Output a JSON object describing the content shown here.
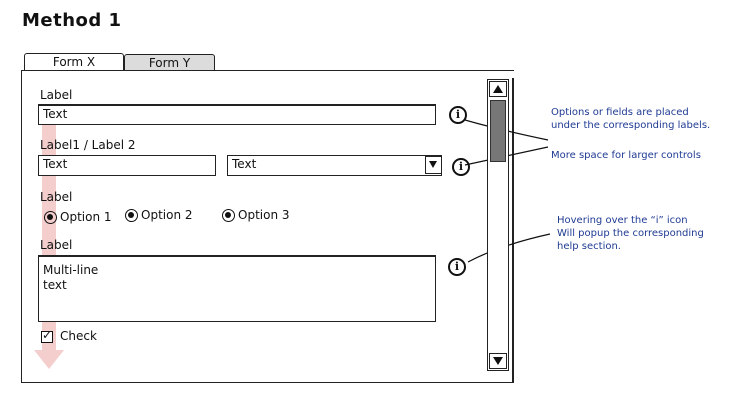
{
  "title": "Method 1",
  "tabs": [
    {
      "label": "Form X",
      "active": true
    },
    {
      "label": "Form Y",
      "active": false
    }
  ],
  "form": {
    "label1": "Label",
    "field1_value": "Text",
    "label2": "Label1 / Label 2",
    "field2_value": "Text",
    "dropdown_value": "Text",
    "label3": "Label",
    "options": [
      "Option 1",
      "Option 2",
      "Option 3"
    ],
    "label4": "Label",
    "textarea_line1": "Multi-line",
    "textarea_line2": "text",
    "check_label": "Check",
    "info_glyph": "i"
  },
  "annotations": {
    "note1_line1": "Options or fields are placed",
    "note1_line2": "under the corresponding labels.",
    "note2": "More space for larger controls",
    "note3_line1": "Hovering over the “i” icon",
    "note3_line2": "Will popup the corresponding",
    "note3_line3": "help section."
  },
  "colors": {
    "annotation_text": "#1f3a93",
    "flow_arrow": "#f2c4c4",
    "scroll_thumb": "#777777"
  }
}
